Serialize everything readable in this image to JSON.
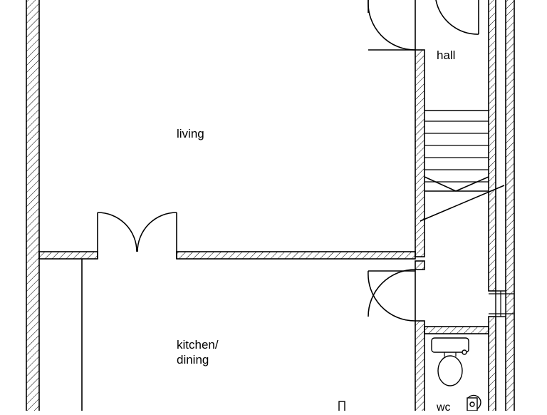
{
  "rooms": {
    "hall": "hall",
    "living": "living",
    "kitchen_line1": "kitchen/",
    "kitchen_line2": "dining",
    "wc": "wc"
  }
}
